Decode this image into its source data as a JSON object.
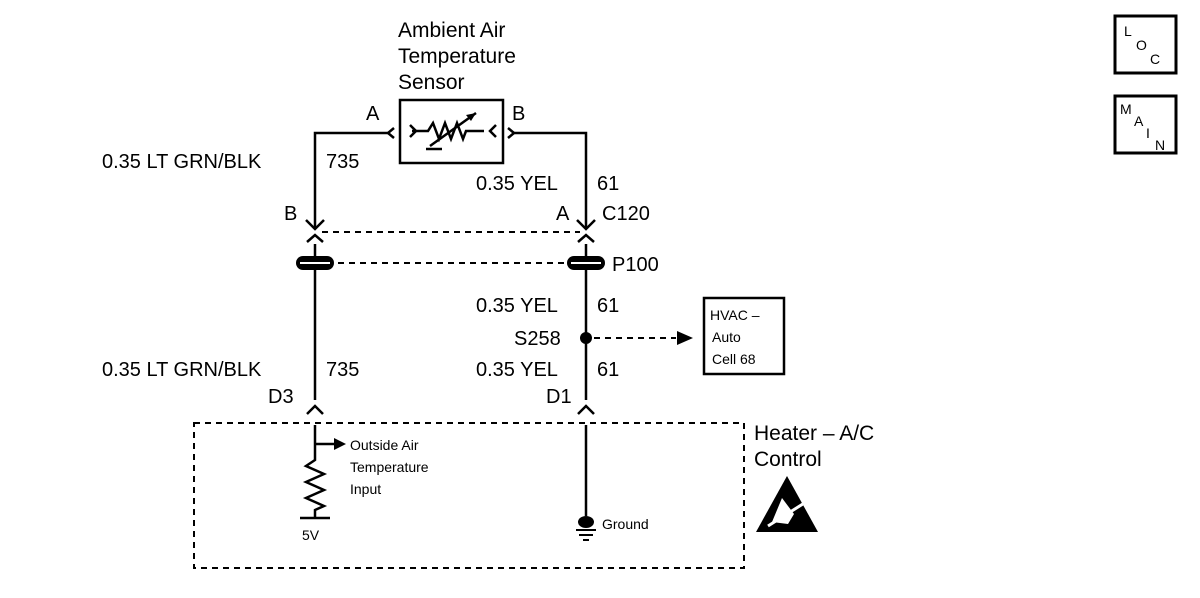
{
  "sensor": {
    "title_lines": [
      "Ambient Air",
      "Temperature",
      "Sensor"
    ],
    "pin_a": "A",
    "pin_b": "B"
  },
  "left_wire_upper": {
    "gauge_color": "0.35 LT GRN/BLK",
    "circuit": "735"
  },
  "right_wire_upper": {
    "gauge_color": "0.35 YEL",
    "circuit": "61"
  },
  "connector_c120": {
    "pin_left": "B",
    "pin_right": "A",
    "name": "C120"
  },
  "pass_through": {
    "name": "P100"
  },
  "right_wire_mid": {
    "gauge_color": "0.35 YEL",
    "circuit": "61"
  },
  "splice": {
    "name": "S258"
  },
  "hvac_ref": {
    "lines": [
      "HVAC –",
      "Auto",
      "Cell 68"
    ]
  },
  "left_wire_lower": {
    "gauge_color": "0.35 LT GRN/BLK",
    "circuit": "735",
    "pin": "D3"
  },
  "right_wire_lower": {
    "gauge_color": "0.35 YEL",
    "circuit": "61",
    "pin": "D1"
  },
  "module": {
    "title_lines": [
      "Heater – A/C",
      "Control"
    ],
    "input_lines": [
      "Outside Air",
      "Temperature",
      "Input"
    ],
    "supply": "5V",
    "ground": "Ground"
  },
  "nav": {
    "loc": [
      "L",
      "O",
      "C"
    ],
    "main": [
      "M",
      "A",
      "I",
      "N"
    ]
  }
}
